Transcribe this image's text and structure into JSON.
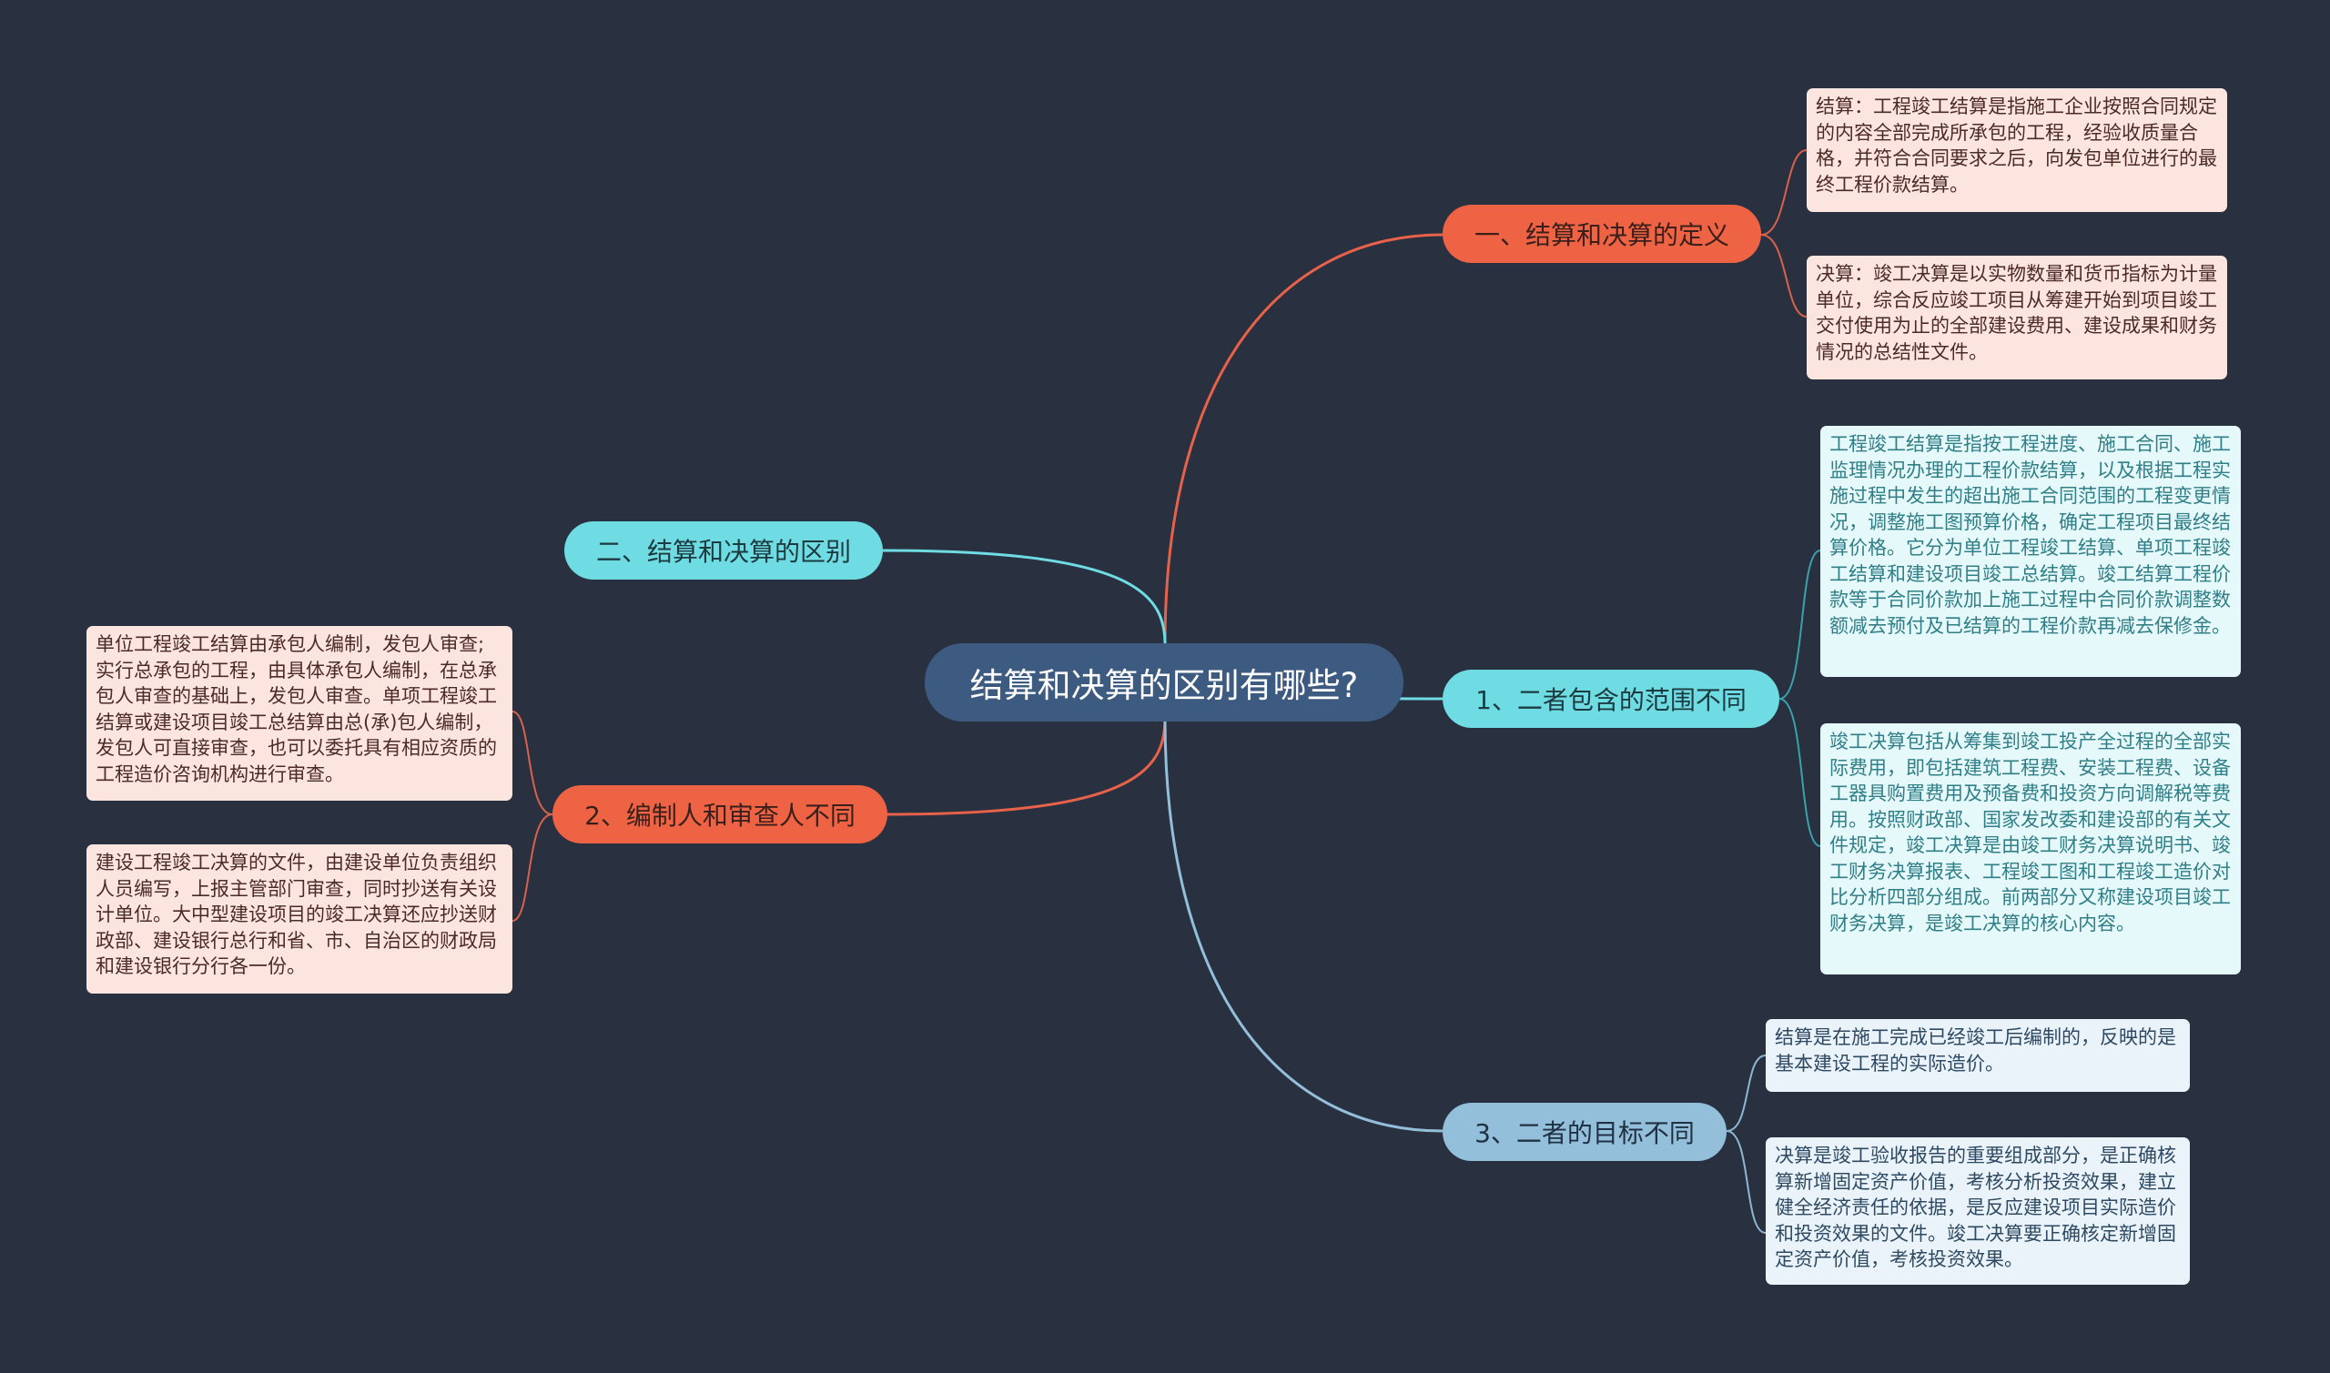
{
  "root": {
    "label": "结算和决算的区别有哪些?"
  },
  "branches": {
    "definition": {
      "label": "一、结算和决算的定义",
      "leaves": [
        "结算：工程竣工结算是指施工企业按照合同规定的内容全部完成所承包的工程，经验收质量合格，并符合合同要求之后，向发包单位进行的最终工程价款结算。",
        "决算：竣工决算是以实物数量和货币指标为计量单位，综合反应竣工项目从筹建开始到项目竣工交付使用为止的全部建设费用、建设成果和财务情况的总结性文件。"
      ]
    },
    "difference": {
      "label": "二、结算和决算的区别"
    },
    "scope": {
      "label": "1、二者包含的范围不同",
      "leaves": [
        "工程竣工结算是指按工程进度、施工合同、施工监理情况办理的工程价款结算，以及根据工程实施过程中发生的超出施工合同范围的工程变更情况，调整施工图预算价格，确定工程项目最终结算价格。它分为单位工程竣工结算、单项工程竣工结算和建设项目竣工总结算。竣工结算工程价款等于合同价款加上施工过程中合同价款调整数额减去预付及已结算的工程价款再减去保修金。",
        "竣工决算包括从筹集到竣工投产全过程的全部实际费用，即包括建筑工程费、安装工程费、设备工器具购置费用及预备费和投资方向调解税等费用。按照财政部、国家发改委和建设部的有关文件规定，竣工决算是由竣工财务决算说明书、竣工财务决算报表、工程竣工图和工程竣工造价对比分析四部分组成。前两部分又称建设项目竣工财务决算，是竣工决算的核心内容。"
      ]
    },
    "preparer": {
      "label": "2、编制人和审查人不同",
      "leaves": [
        "单位工程竣工结算由承包人编制，发包人审查;实行总承包的工程，由具体承包人编制，在总承包人审查的基础上，发包人审查。单项工程竣工结算或建设项目竣工总结算由总(承)包人编制，发包人可直接审查，也可以委托具有相应资质的工程造价咨询机构进行审查。",
        "建设工程竣工决算的文件，由建设单位负责组织人员编写，上报主管部门审查，同时抄送有关设计单位。大中型建设项目的竣工决算还应抄送财政部、建设银行总行和省、市、自治区的财政局和建设银行分行各一份。"
      ]
    },
    "goal": {
      "label": "3、二者的目标不同",
      "leaves": [
        "结算是在施工完成已经竣工后编制的，反映的是基本建设工程的实际造价。",
        "决算是竣工验收报告的重要组成部分，是正确核算新增固定资产价值，考核分析投资效果，建立健全经济责任的依据，是反应建设项目实际造价和投资效果的文件。竣工决算要正确核定新增固定资产价值，考核投资效果。"
      ]
    }
  },
  "colors": {
    "background": "#293040",
    "root": "#3d5a80",
    "red": "#ef6345",
    "cyan": "#6fdbe2",
    "blue": "#94bfdb",
    "line_red": "#e8624a",
    "line_cyan": "#6fdbe2",
    "line_blue": "#94bfdb",
    "line_leaf_red": "#d9624c",
    "line_leaf_cyan": "#3aa2ad",
    "line_leaf_blue": "#8fb7d3"
  }
}
